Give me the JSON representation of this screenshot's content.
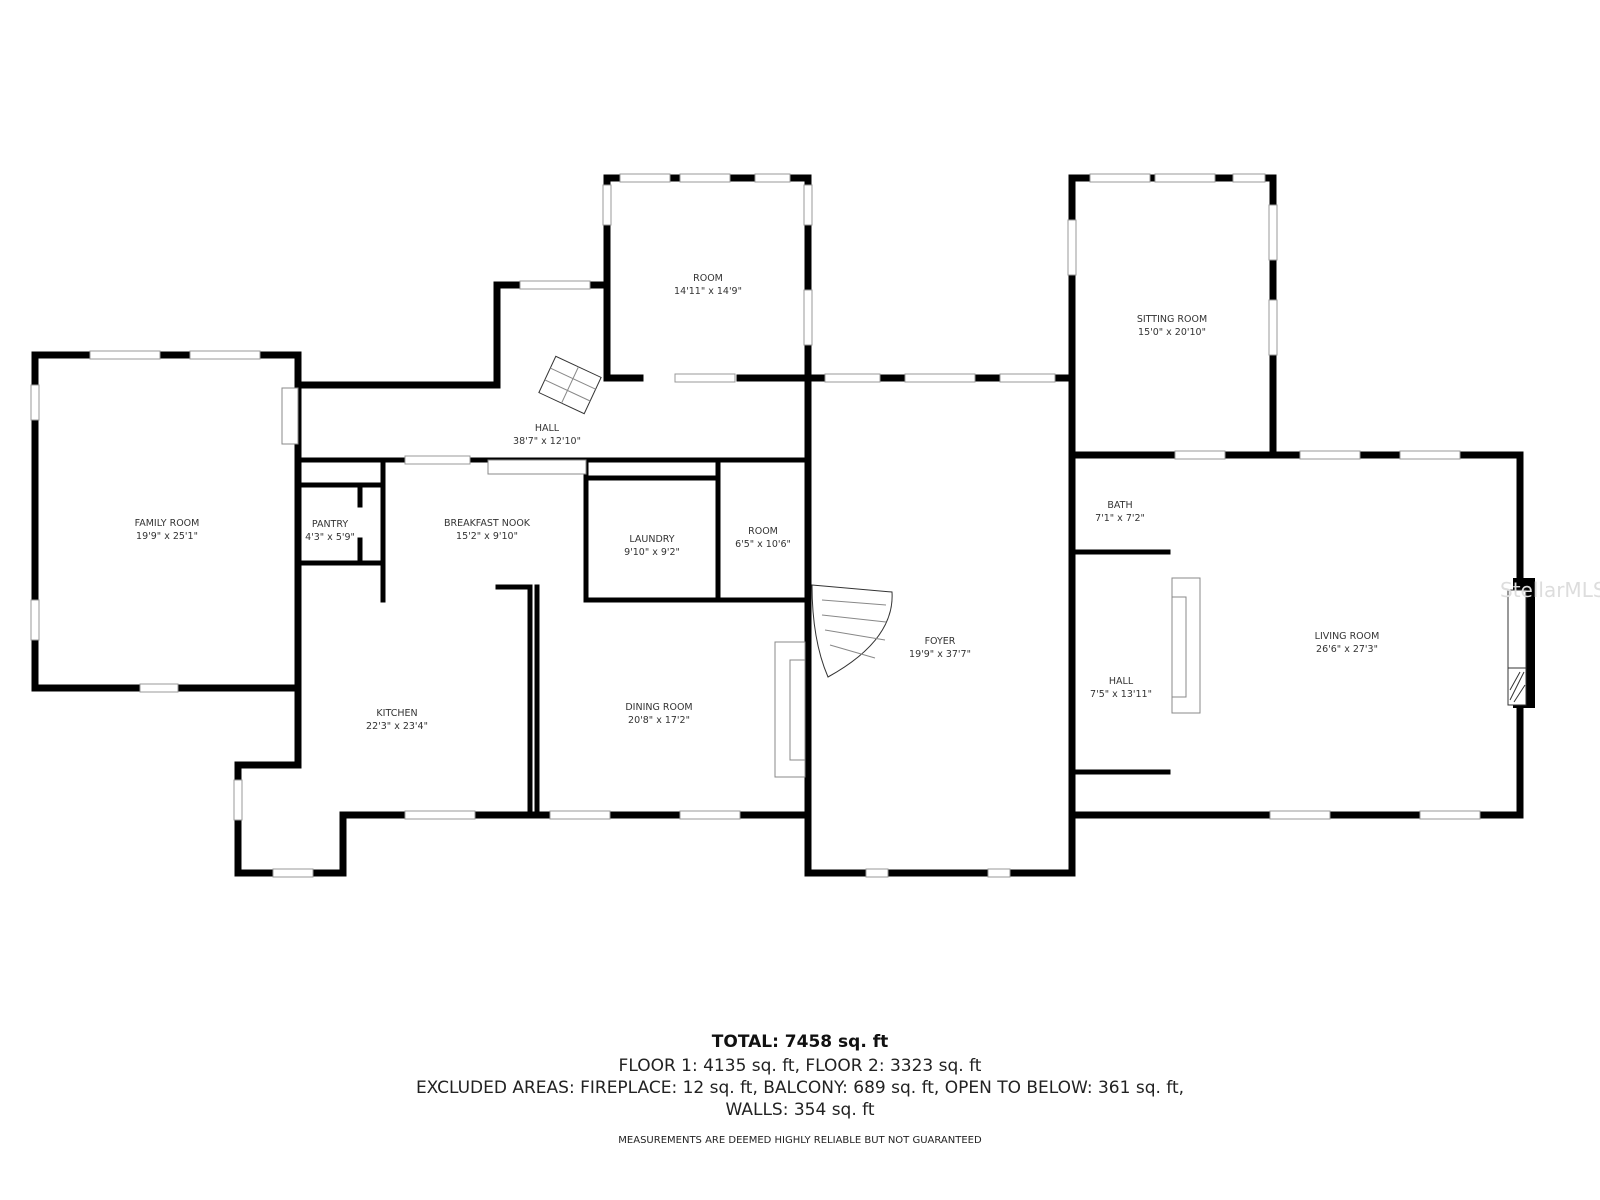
{
  "rooms": [
    {
      "name": "FAMILY ROOM",
      "size": "19'9\" x 25'1\""
    },
    {
      "name": "PANTRY",
      "size": "4'3\" x 5'9\""
    },
    {
      "name": "BREAKFAST NOOK",
      "size": "15'2\" x 9'10\""
    },
    {
      "name": "HALL",
      "size": "38'7\" x 12'10\""
    },
    {
      "name": "ROOM",
      "size": "14'11\" x 14'9\""
    },
    {
      "name": "LAUNDRY",
      "size": "9'10\" x 9'2\""
    },
    {
      "name": "ROOM",
      "size": "6'5\" x 10'6\""
    },
    {
      "name": "KITCHEN",
      "size": "22'3\" x 23'4\""
    },
    {
      "name": "DINING ROOM",
      "size": "20'8\" x 17'2\""
    },
    {
      "name": "FOYER",
      "size": "19'9\" x 37'7\""
    },
    {
      "name": "SITTING ROOM",
      "size": "15'0\" x 20'10\""
    },
    {
      "name": "BATH",
      "size": "7'1\" x 7'2\""
    },
    {
      "name": "HALL",
      "size": "7'5\" x 13'11\""
    },
    {
      "name": "LIVING ROOM",
      "size": "26'6\" x 27'3\""
    }
  ],
  "summary": {
    "total": "TOTAL: 7458 sq. ft",
    "floors": "FLOOR 1: 4135 sq. ft, FLOOR 2: 3323 sq. ft",
    "excluded": "EXCLUDED AREAS: FIREPLACE: 12 sq. ft, BALCONY: 689 sq. ft, OPEN TO BELOW: 361 sq. ft,",
    "walls": "WALLS: 354 sq. ft",
    "disclaimer": "MEASUREMENTS ARE DEEMED HIGHLY RELIABLE BUT NOT GUARANTEED"
  },
  "watermark": "StellarMLS"
}
